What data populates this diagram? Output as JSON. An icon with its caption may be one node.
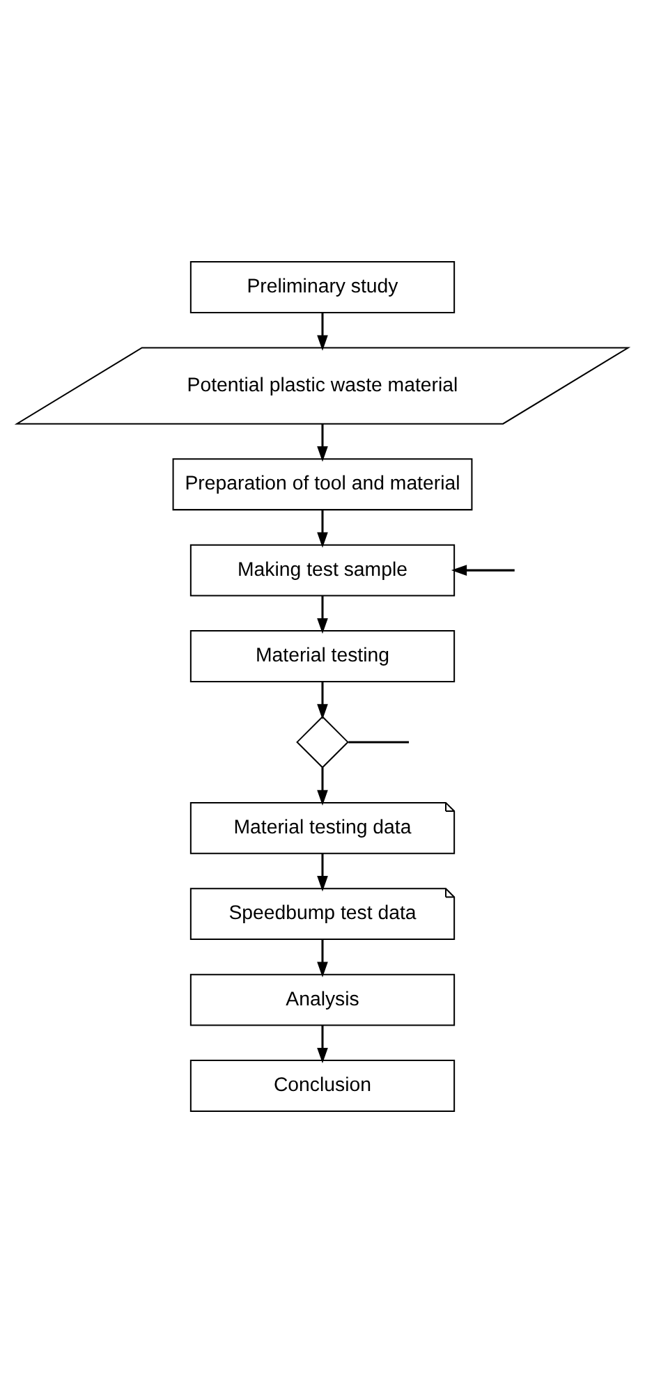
{
  "diagram": {
    "nodes": [
      {
        "text": [
          "Preliminary study"
        ]
      },
      {
        "text": [
          "Potential plastic waste material"
        ]
      },
      {
        "text": [
          "Preparation of tool and material"
        ]
      },
      {
        "text": [
          "Making test sample"
        ]
      },
      {
        "text": [
          "Material testing"
        ]
      },
      {
        "text": [],
        "shape": "diamond"
      },
      {
        "text": [
          "Material testing data"
        ]
      },
      {
        "text": [
          "Speedbump test data"
        ]
      },
      {
        "text": [
          "Analysis"
        ]
      },
      {
        "text": [
          "Conclusion"
        ]
      }
    ],
    "edges": [
      {
        "from": 0,
        "to": 1,
        "arrow": "to"
      },
      {
        "from": 1,
        "to": 2,
        "arrow": "to"
      },
      {
        "from": 2,
        "to": 3,
        "arrow": "to"
      },
      {
        "from": null,
        "to": 3,
        "arrow": "to"
      },
      {
        "from": 3,
        "to": 4,
        "arrow": "to"
      },
      {
        "from": 4,
        "to": 5,
        "arrow": "to"
      },
      {
        "from": 5,
        "to": null,
        "arrow": "none"
      },
      {
        "from": 5,
        "to": 6,
        "arrow": "to"
      },
      {
        "from": 6,
        "to": 7,
        "arrow": "to"
      },
      {
        "from": 7,
        "to": 8,
        "arrow": "to"
      },
      {
        "from": 8,
        "to": 9,
        "arrow": "to"
      }
    ]
  }
}
